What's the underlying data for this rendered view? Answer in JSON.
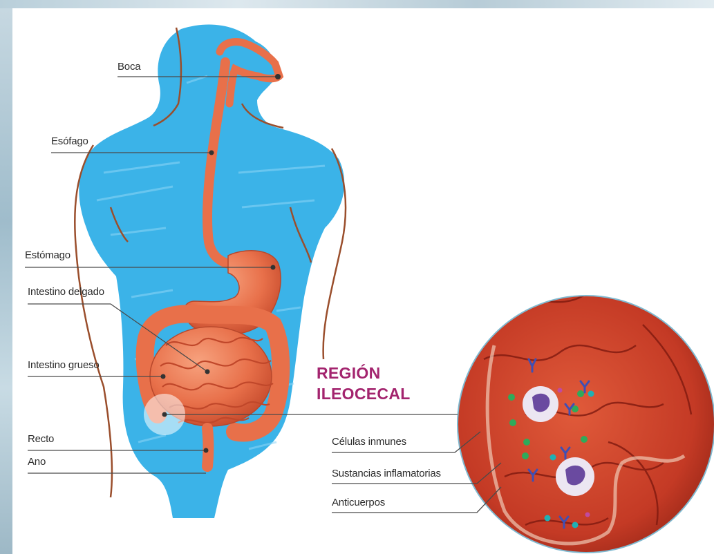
{
  "labels": {
    "boca": "Boca",
    "esofago": "Esófago",
    "estomago": "Estómago",
    "intestino_delgado": "Intestino delgado",
    "intestino_grueso": "Intestino grueso",
    "recto": "Recto",
    "ano": "Ano"
  },
  "region": {
    "line1": "REGIÓN",
    "line2": "ILEOCECAL"
  },
  "inset_labels": {
    "celulas": "Células inmunes",
    "sustancias": "Sustancias inflamatorias",
    "anticuerpos": "Anticuerpos"
  },
  "colors": {
    "body_blue": "#3bb3e8",
    "organ": "#e8704a",
    "region_title": "#a3246e"
  }
}
